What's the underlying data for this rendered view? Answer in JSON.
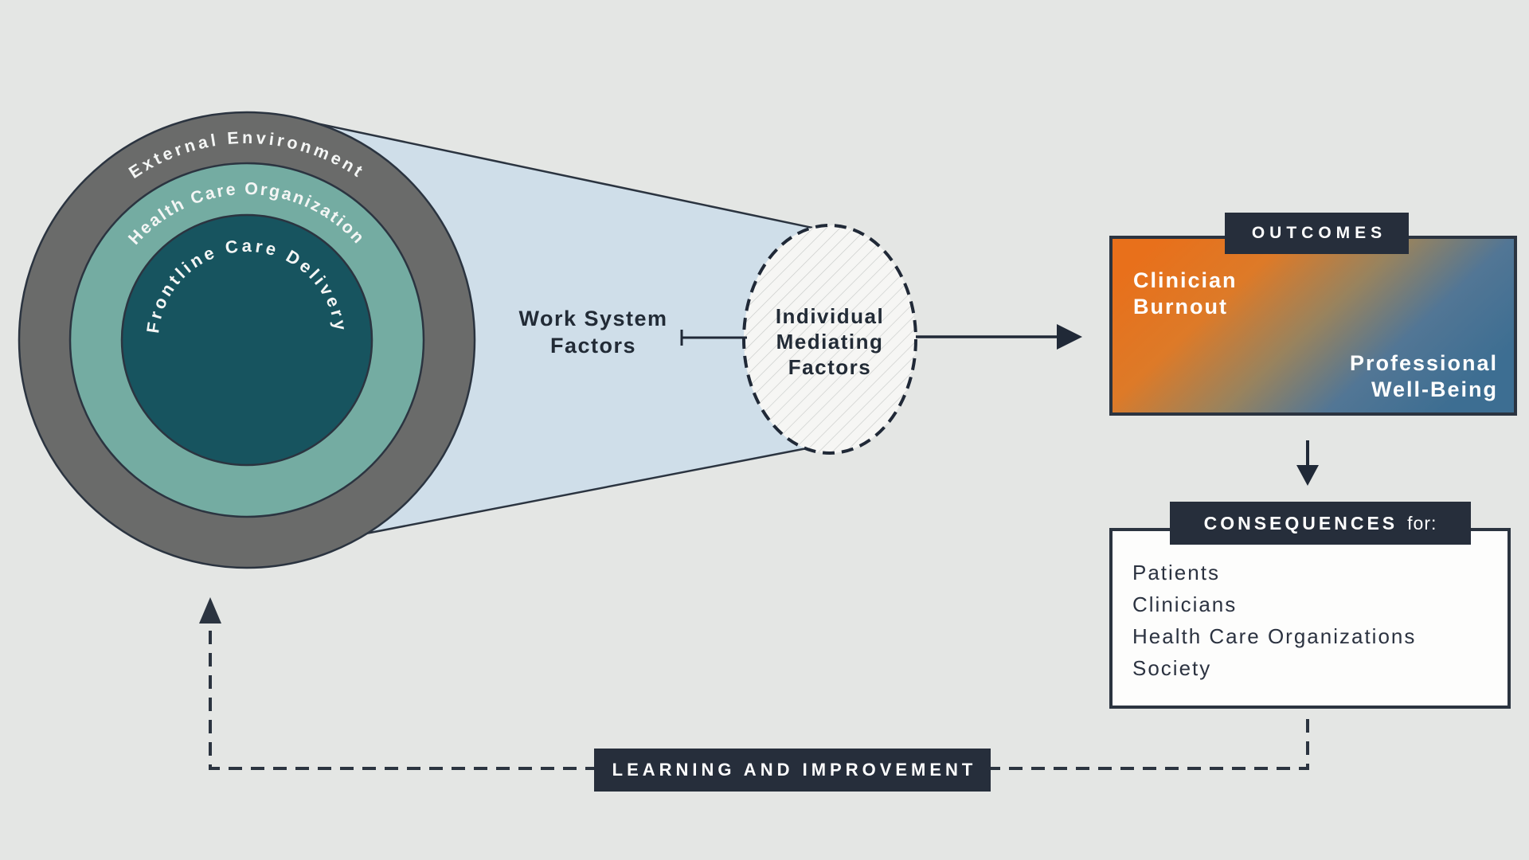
{
  "background": "#e4e6e4",
  "palette": {
    "navy": "#2b3440",
    "gray_ring": "#6a6b6a",
    "teal_ring": "#74aca2",
    "dark_teal": "#17545f",
    "cone_blue": "#cfdee9",
    "orange": "#e8701b",
    "blue": "#3d6e92"
  },
  "rings": {
    "outer_label": "External Environment",
    "middle_label": "Health Care Organization",
    "inner_label": "Frontline Care Delivery"
  },
  "work_system": {
    "line1": "Work System",
    "line2": "Factors"
  },
  "mediating": {
    "line1": "Individual",
    "line2": "Mediating",
    "line3": "Factors"
  },
  "outcomes": {
    "tag": "OUTCOMES",
    "clinician_line1": "Clinician",
    "clinician_line2": "Burnout",
    "wellbeing_line1": "Professional",
    "wellbeing_line2": "Well-Being"
  },
  "consequences": {
    "tag_bold": "CONSEQUENCES",
    "tag_suffix": "for:",
    "items": [
      "Patients",
      "Clinicians",
      "Health Care Organizations",
      "Society"
    ]
  },
  "loop_label": "LEARNING AND IMPROVEMENT"
}
